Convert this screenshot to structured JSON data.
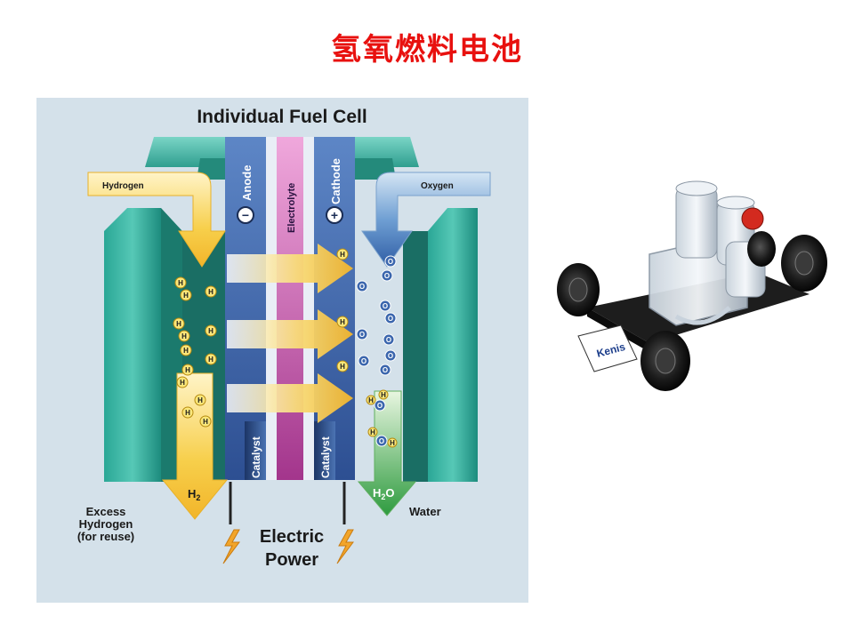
{
  "slide": {
    "title": "氢氧燃料电池"
  },
  "diagram": {
    "title": "Individual Fuel Cell",
    "hydrogen_label": "Hydrogen",
    "oxygen_label": "Oxygen",
    "anode_label": "Anode",
    "electrolyte_label": "Electrolyte",
    "cathode_label": "Cathode",
    "anode_sign": "−",
    "cathode_sign": "+",
    "catalyst_left": "Catalyst",
    "catalyst_right": "Catalyst",
    "h2_label": "H",
    "h2_sub": "2",
    "h2o_label_h": "H",
    "h2o_label_sub": "2",
    "h2o_label_o": "O",
    "excess_line1": "Excess",
    "excess_line2": "Hydrogen",
    "excess_line3": "(for reuse)",
    "water_label": "Water",
    "power_line1": "Electric",
    "power_line2": "Power",
    "h_atom": "H",
    "o_atom": "O"
  },
  "photo": {
    "car_brand": "Kenis"
  },
  "colors": {
    "title_red": "#e8110f",
    "panel_bg": "#d4e1ea",
    "teal_dark": "#17786d",
    "teal_light": "#3eb8a8",
    "anode_blue": "#3d5f9d",
    "electrolyte_magenta": "#c24fa7",
    "hydrogen_yellow": "#f6c431",
    "oxygen_blue": "#5a8fc8",
    "water_green": "#3fa94a"
  }
}
